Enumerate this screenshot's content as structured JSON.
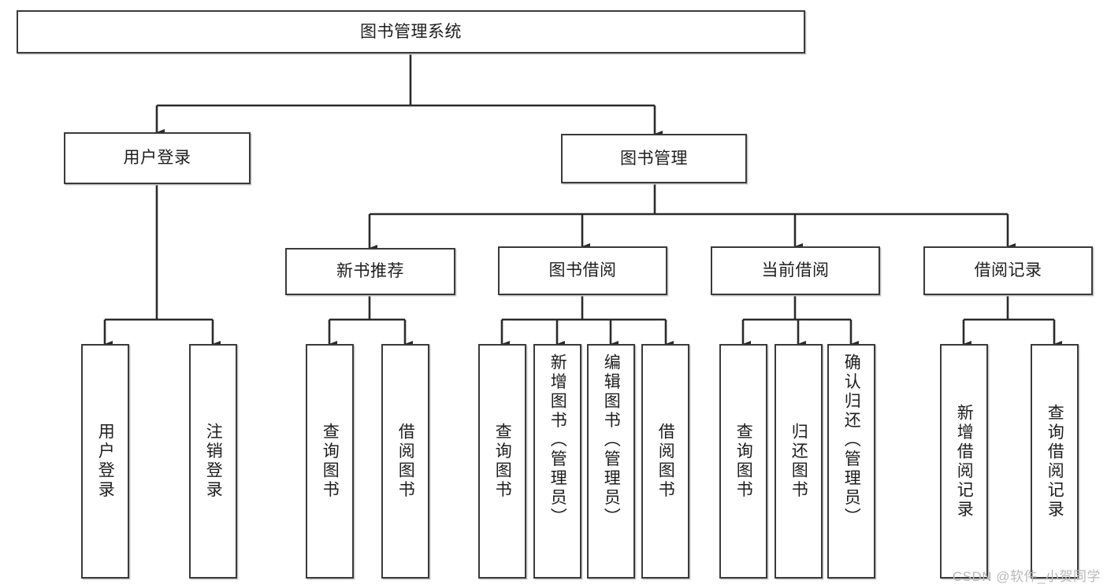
{
  "diagram": {
    "title": "图书管理系统",
    "type": "tree-hierarchy-chart",
    "watermark": "CSDN @软件_小贺同学",
    "colors": {
      "box_border": "#3a3a3a",
      "box_fill": "#ffffff",
      "connector": "#2b2b2b",
      "watermark": "#b8b8b8",
      "background": "#ffffff"
    },
    "nodes": {
      "root": {
        "label": "图书管理系统"
      },
      "level2": [
        {
          "id": "user-login",
          "label": "用户登录"
        },
        {
          "id": "book-management",
          "label": "图书管理"
        }
      ],
      "level3": [
        {
          "id": "new-book-recommend",
          "label": "新书推荐"
        },
        {
          "id": "book-borrow",
          "label": "图书借阅"
        },
        {
          "id": "current-borrow",
          "label": "当前借阅"
        },
        {
          "id": "borrow-record",
          "label": "借阅记录"
        }
      ],
      "leaves": {
        "user_login": [
          {
            "id": "leaf-user-login",
            "label": "用户登录"
          },
          {
            "id": "leaf-logout-login",
            "label": "注销登录"
          }
        ],
        "new_book_recommend": [
          {
            "id": "leaf-query-book-1",
            "label": "查询图书"
          },
          {
            "id": "leaf-borrow-book-1",
            "label": "借阅图书"
          }
        ],
        "book_borrow": [
          {
            "id": "leaf-query-book-2",
            "label": "查询图书"
          },
          {
            "id": "leaf-add-book",
            "label": "新增图书（管理员）"
          },
          {
            "id": "leaf-edit-book",
            "label": "编辑图书（管理员）"
          },
          {
            "id": "leaf-borrow-book-2",
            "label": "借阅图书"
          }
        ],
        "current_borrow": [
          {
            "id": "leaf-query-book-3",
            "label": "查询图书"
          },
          {
            "id": "leaf-return-book",
            "label": "归还图书"
          },
          {
            "id": "leaf-confirm-return",
            "label": "确认归还（管理员）"
          }
        ],
        "borrow_record": [
          {
            "id": "leaf-add-borrow-record",
            "label": "新增借阅记录"
          },
          {
            "id": "leaf-query-borrow-record",
            "label": "查询借阅记录"
          }
        ]
      }
    }
  }
}
